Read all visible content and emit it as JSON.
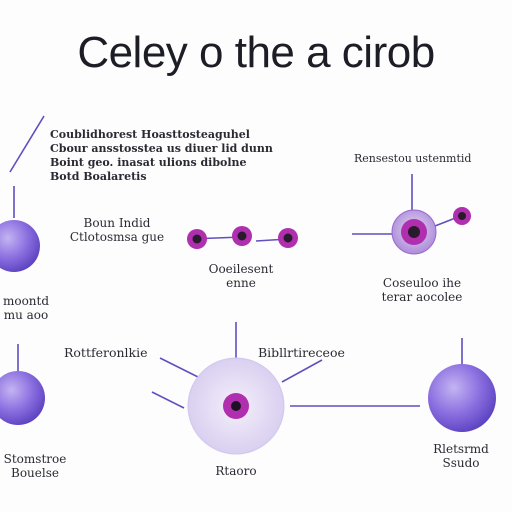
{
  "title": "Celey o the a cirob",
  "colors": {
    "node_fill": "#7a5fd6",
    "node_light": "#e3dcf4",
    "dot": "#b02fae",
    "line": "#5f4fc0",
    "text": "#2a2a33"
  },
  "labels": {
    "top_block": "Coublidhorest Hoasttosteaguhel\nCbour ansstosstea us diuer lid dunn\nBoint geo. inasat ulions dibolne\nBotd Boalaretis",
    "node_a": "Boun Indid\nCtlotosmsa gue",
    "top_right": "Rensestou ustenmtid",
    "pair_caption": "Ooeilesent\nenne",
    "right_caption": "Coseuloo ihe\nterar aocolee",
    "left_caption": "moontd\nmu aoo",
    "mid_left": "Rottferonlkie",
    "mid_right": "Bibllrtireceoe",
    "bottom_left_caption": "Stomstroe\nBouelse",
    "bottom_center_caption": "Rtaoro",
    "bottom_right_caption": "Rletsrmd\nSsudo"
  }
}
